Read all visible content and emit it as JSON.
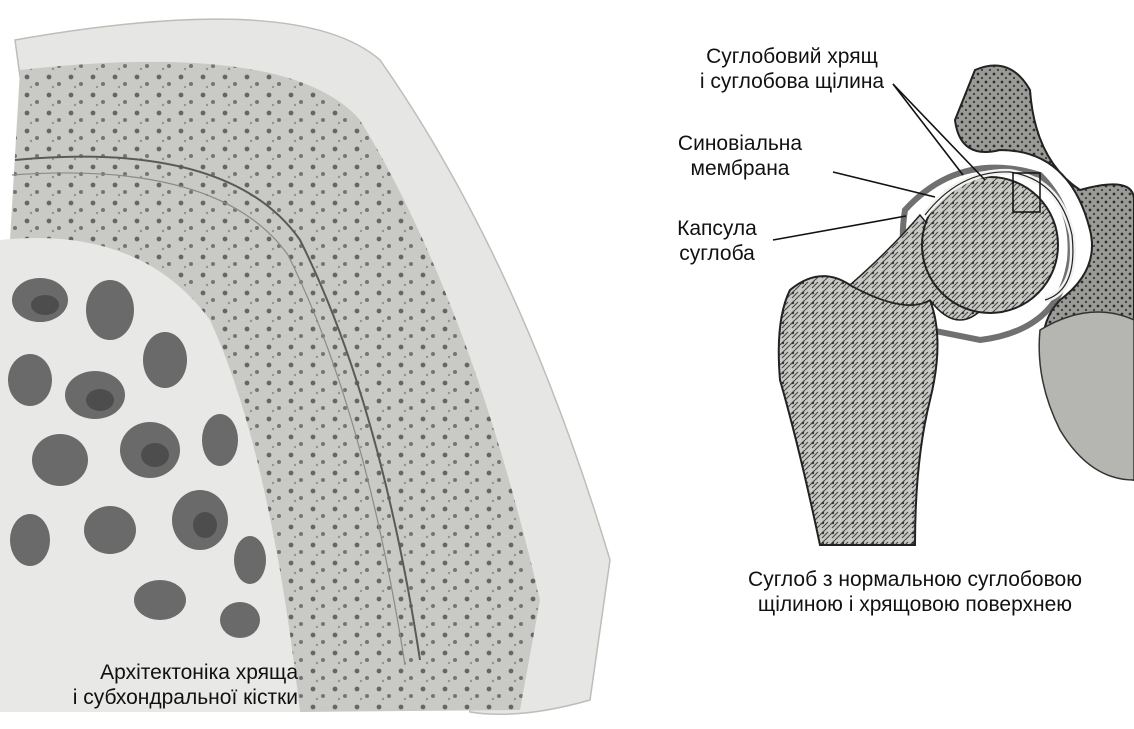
{
  "left_panel": {
    "caption": [
      "Архітектоніка хряща",
      "і субхондральної кістки"
    ]
  },
  "right_panel": {
    "callouts": {
      "cartilage": [
        "Суглобовий хрящ",
        "і суглобова щілина"
      ],
      "synovial": [
        "Синовіальна",
        "мембрана"
      ],
      "capsule": [
        "Капсула",
        "суглоба"
      ]
    },
    "caption": [
      "Суглоб з нормальною суглобовою",
      "щілиною і хрящовою поверхнею"
    ]
  },
  "colors": {
    "cartilage_surface": "#e6e6e4",
    "cartilage_zone": "#c9c9c6",
    "trabecular_bone": "#6a6a6a",
    "bone_light": "#d8d8d5",
    "line": "#111111"
  }
}
